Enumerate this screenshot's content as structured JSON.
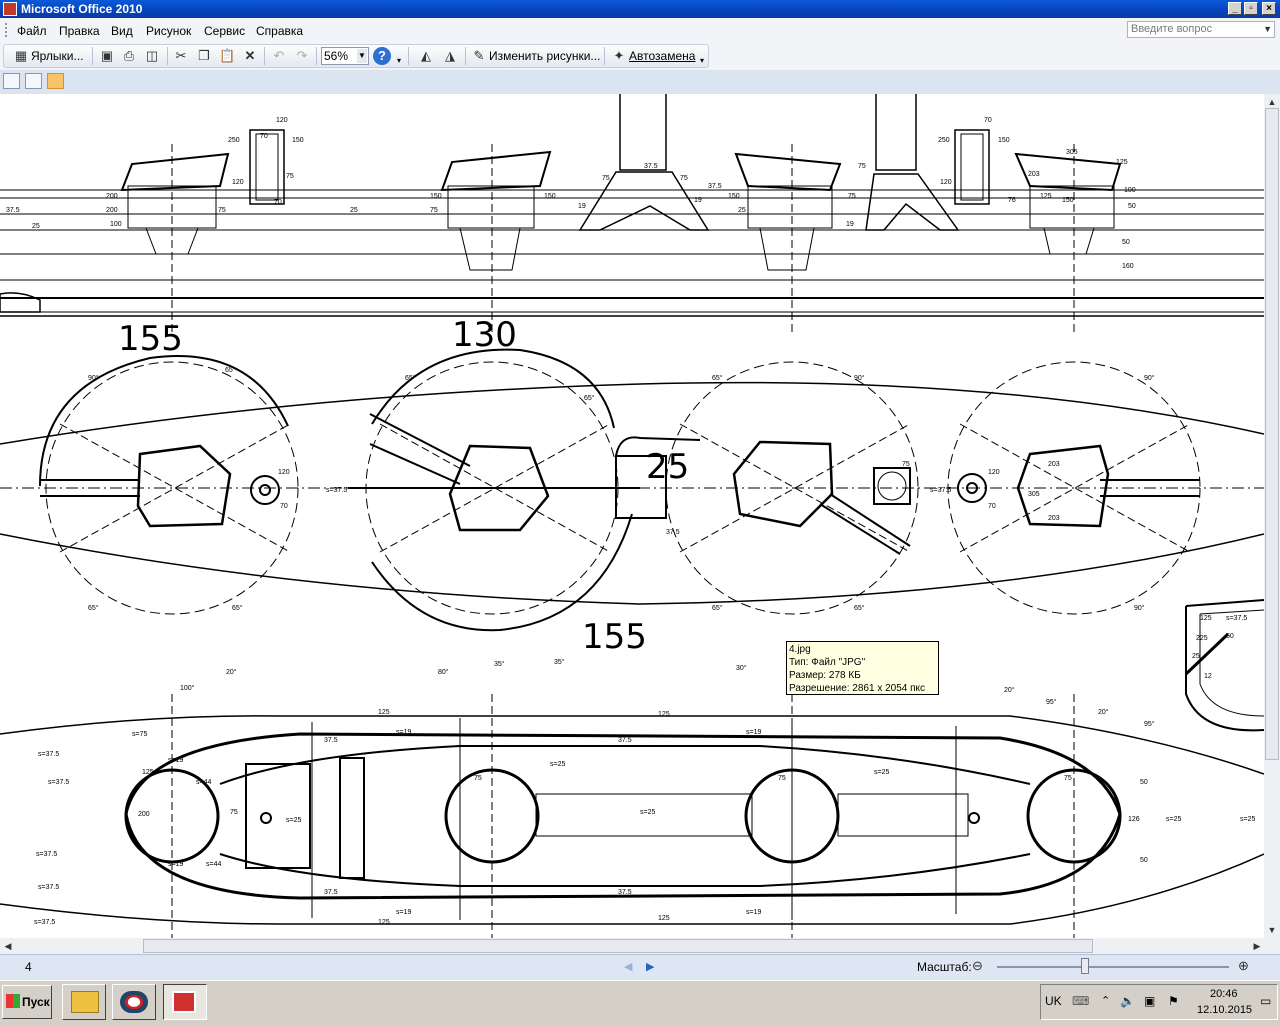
{
  "window": {
    "title": "Microsoft Office 2010",
    "controls": [
      "_",
      "▫",
      "×"
    ]
  },
  "menu": {
    "items": [
      "Файл",
      "Правка",
      "Вид",
      "Рисунок",
      "Сервис",
      "Справка"
    ],
    "help_placeholder": "Введите вопрос"
  },
  "toolbar": {
    "shortcuts_label": "Ярлыки...",
    "zoom_value": "56%",
    "edit_pictures_label": "Изменить рисунки...",
    "autofix_label": "Автозамена"
  },
  "drawing": {
    "handwritten_labels": [
      "155",
      "130",
      "25",
      "155"
    ],
    "dims_top": [
      "120",
      "250",
      "70",
      "150",
      "200",
      "200",
      "100",
      "37.5",
      "25",
      "25",
      "70",
      "75",
      "120",
      "75",
      "150",
      "150",
      "75",
      "37.5",
      "75",
      "75",
      "37.5",
      "19",
      "19",
      "150",
      "75",
      "19",
      "25",
      "75",
      "120",
      "250",
      "70",
      "150",
      "76",
      "305",
      "203",
      "150",
      "125",
      "100",
      "50",
      "50",
      "160",
      "125"
    ],
    "dims_mid": [
      "90°",
      "65°",
      "65°",
      "65°",
      "65°",
      "90°",
      "120",
      "70",
      "s=37.5",
      "s=37.5",
      "75",
      "37.5",
      "203",
      "305",
      "203",
      "120",
      "70",
      "90°",
      "65°",
      "65°",
      "65°",
      "65°",
      "90°"
    ],
    "dims_bottom": [
      "20°",
      "100°",
      "s=75",
      "s=37.5",
      "s=37.5",
      "s=37.5",
      "s=37.5",
      "s=37.5",
      "200",
      "125",
      "s=19",
      "s=19",
      "s=44",
      "s=44",
      "s=25",
      "s=25",
      "s=25",
      "s=25",
      "s=25",
      "s=25",
      "37.5",
      "37.5",
      "37.5",
      "37.5",
      "s=19",
      "s=19",
      "s=19",
      "s=19",
      "125",
      "125",
      "125",
      "125",
      "75",
      "75",
      "75",
      "75",
      "126",
      "50",
      "50",
      "95°",
      "95°",
      "20°",
      "20°",
      "80°",
      "35°",
      "35°",
      "30°"
    ],
    "inset": [
      "125",
      "s=37.5",
      "225",
      "50",
      "25",
      "12"
    ]
  },
  "tooltip": {
    "filename": "4.jpg",
    "type": "Тип: Файл \"JPG\"",
    "size": "Размер: 278 КБ",
    "resolution": "Разрешение: 2861 x 2054 пкс"
  },
  "status": {
    "page": "4",
    "zoom_label": "Масштаб:",
    "zoom_slider_fraction": 0.38
  },
  "taskbar": {
    "start_label": "Пуск",
    "lang": "UK",
    "time": "20:46",
    "date": "12.10.2015"
  }
}
